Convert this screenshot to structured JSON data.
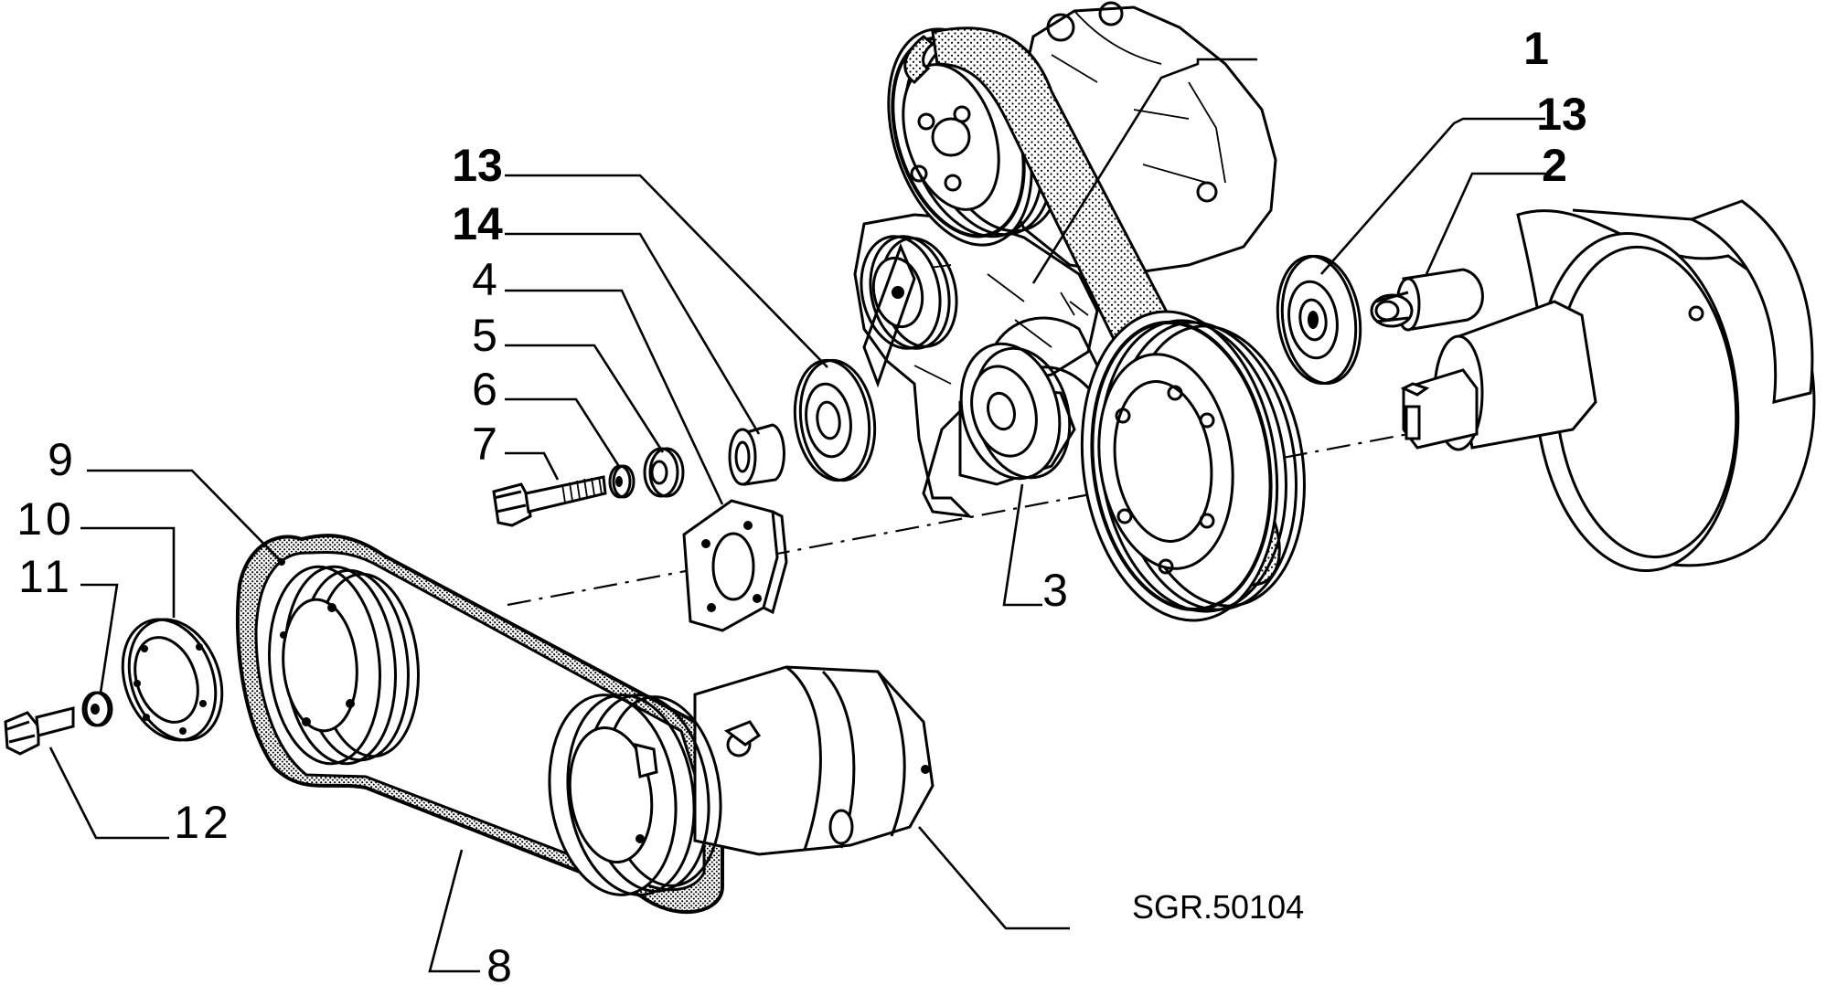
{
  "drawing_ref": "SGR.50104",
  "callouts": {
    "c1": "1",
    "c13a": "13",
    "c2": "2",
    "c13b": "13",
    "c14": "14",
    "c4": "4",
    "c5": "5",
    "c6": "6",
    "c7": "7",
    "c3": "3",
    "c9": "9",
    "c10": "10",
    "c11": "11",
    "c12": "12",
    "c8": "8"
  },
  "colors": {
    "ink": "#000000",
    "paper": "#ffffff"
  }
}
